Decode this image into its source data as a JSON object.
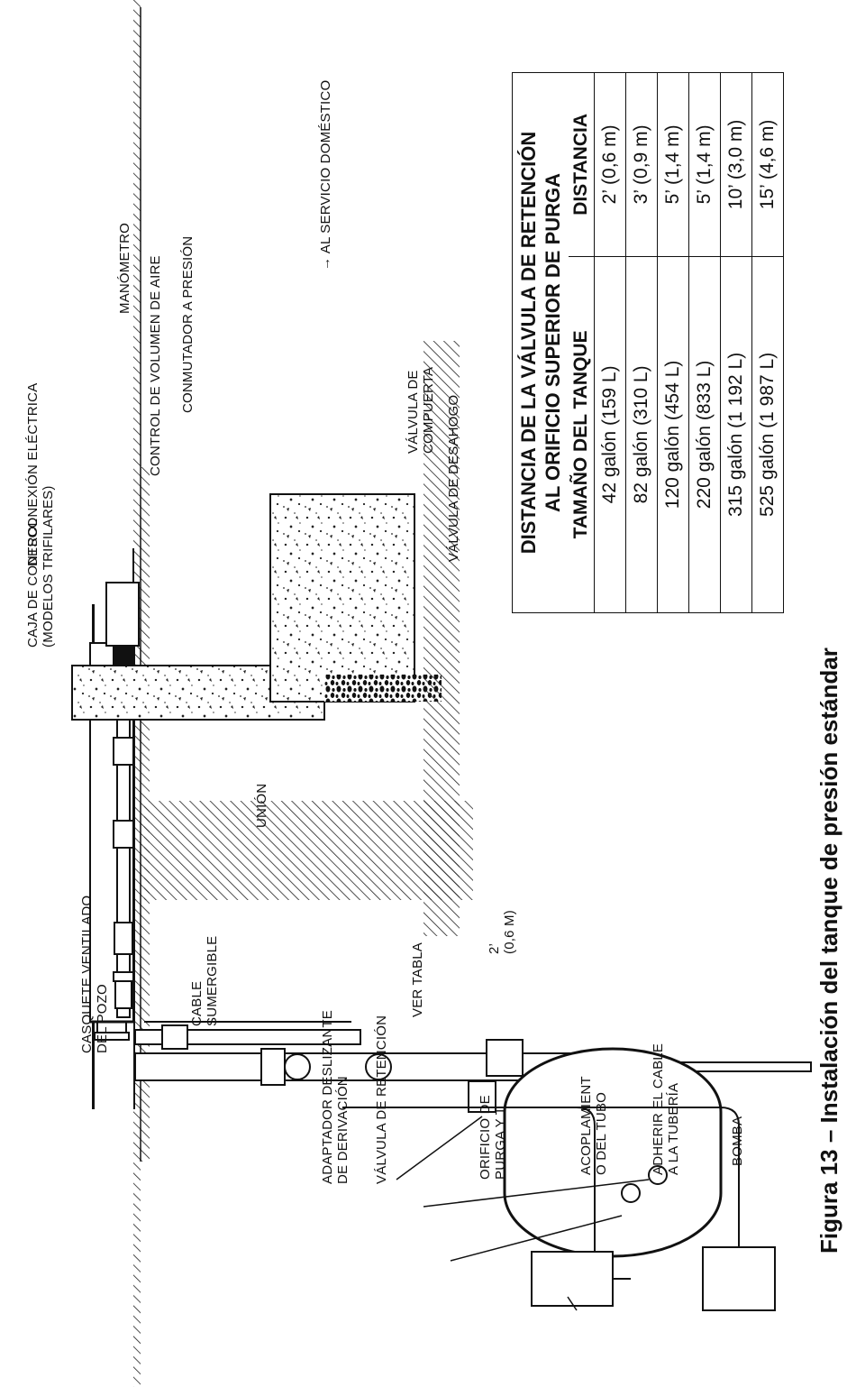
{
  "labels": {
    "casquete": "CASQUETE VENTILADO\nDEL POZO",
    "cable_sumergible": "CABLE\nSUMERGIBLE",
    "ver_tabla": "VER TABLA",
    "dist_2ft": "2’\n(0,6 m)",
    "adaptador": "ADAPTADOR DESLIZANTE\nDE DERIVACIÓN",
    "valvula_retencion": "VÁLVULA DE RETENCIÓN",
    "orificio_purga": "ORIFICIO DE\nPURGA Y T",
    "acoplamiento": "ACOPLAMIENT\nO DEL TUBO",
    "adherir_cable": "ADHERIR EL CABLE\nA LA TUBERÍA",
    "bomba": "BOMBA",
    "caja_control": "CAJA DE CONTROL\n(MODELOS TRIFILARES)",
    "union": "UNIÓN",
    "desconexion": "DESCONEXIÓN ELÉCTRICA",
    "manometro": "MANÓMETRO",
    "control_volumen": "CONTROL DE VOLUMEN DE AIRE",
    "conmutador": "CONMUTADOR A PRESIÓN",
    "servicio_domestico": "→ AL SERVICIO DOMÉSTICO",
    "valvula_compuerta": "VÁLVULA DE\nCOMPUERTA",
    "valvula_desahogo": "VÁLVULA DE DESAHOGO"
  },
  "table": {
    "title": "DISTANCIA DE LA VÁLVULA DE RETENCIÓN\nAL ORIFICIO SUPERIOR DE PURGA",
    "col_tank": "TAMAÑO DEL TANQUE",
    "col_distance": "DISTANCIA",
    "rows": [
      {
        "tank": "42 galón (159 L)",
        "distance": "2’ (0,6 m)"
      },
      {
        "tank": "82 galón (310 L)",
        "distance": "3’ (0,9 m)"
      },
      {
        "tank": "120 galón (454 L)",
        "distance": "5’ (1,4 m)"
      },
      {
        "tank": "220 galón (833 L)",
        "distance": "5’ (1,4 m)"
      },
      {
        "tank": "315 galón (1 192 L)",
        "distance": "10’ (3,0 m)"
      },
      {
        "tank": "525 galón (1 987 L)",
        "distance": "15’ (4,6 m)"
      }
    ]
  },
  "caption": "Figura 13 – Instalación del tanque de presión estándar"
}
